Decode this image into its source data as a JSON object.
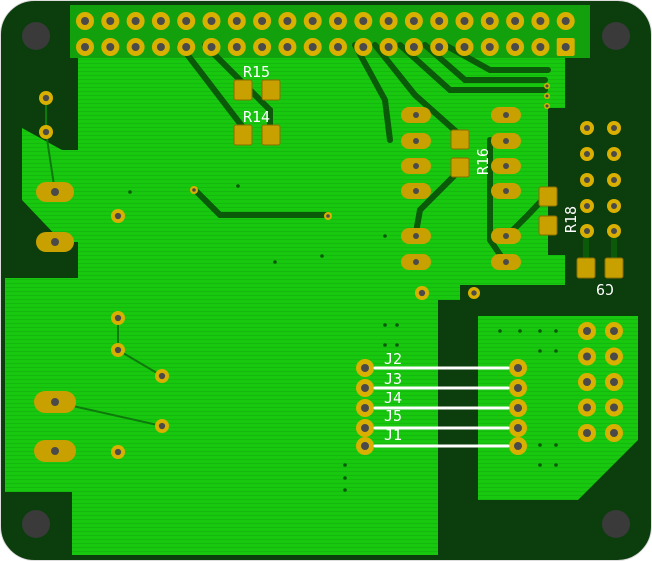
{
  "colors": {
    "board": "#0c3d0c",
    "copper": "#17c80f",
    "copper_dark": "#12a00c",
    "trace": "#0a5a0a",
    "pad": "#c8a000",
    "pad_ring": "#d9b000",
    "hole": "#4a4a4a",
    "silk": "#ffffff",
    "mount": "#3a3a3a"
  },
  "labels": {
    "r15": "R15",
    "r14": "R14",
    "r16": "R16",
    "r18": "R18",
    "c9": "C9",
    "j2": "J2",
    "j3": "J3",
    "j4": "J4",
    "j5": "J5",
    "j1": "J1"
  }
}
